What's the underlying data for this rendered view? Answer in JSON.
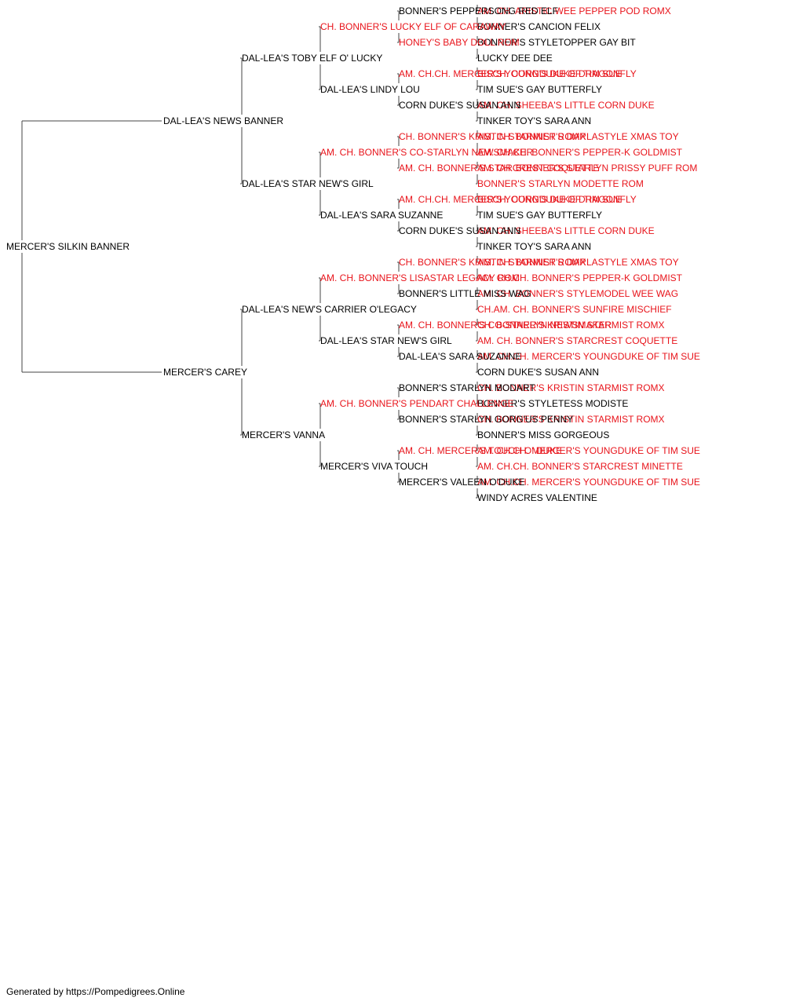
{
  "colors": {
    "champion": "#e8141b",
    "plain": "#000000",
    "connector": "#444444"
  },
  "footer": "Generated by https://Pompedigrees.Online",
  "pedigree": {
    "name": "MERCER'S SILKIN BANNER",
    "champion": false,
    "sire": {
      "name": "DAL-LEA'S NEWS BANNER",
      "champion": false,
      "sire": {
        "name": "DAL-LEA'S TOBY ELF O' LUCKY",
        "champion": false,
        "sire": {
          "name": "CH. BONNER'S LUCKY ELF OF CARAWAY",
          "champion": true,
          "sire": {
            "name": "BONNER'S PEPPERSONG RED ELF",
            "champion": false,
            "sire": {
              "name": "AM. CH. ARISTIC WEE PEPPER POD ROMX",
              "champion": true
            },
            "dam": {
              "name": "BONNER'S CANCION FELIX",
              "champion": false
            }
          },
          "dam": {
            "name": "HONEY'S BABY DOLL ROM",
            "champion": true,
            "sire": {
              "name": "BONNER'S STYLETOPPER GAY BIT",
              "champion": false
            },
            "dam": {
              "name": "LUCKY DEE DEE",
              "champion": false
            }
          }
        },
        "dam": {
          "name": "DAL-LEA'S LINDY LOU",
          "champion": false,
          "sire": {
            "name": "AM. CH.CH. MERCER'S YOUNGDUKE OF TIM SUE",
            "champion": true,
            "sire": {
              "name": "BISCH. CORN'S DUKE DRAGONFLY",
              "champion": true
            },
            "dam": {
              "name": "TIM SUE'S GAY BUTTERFLY",
              "champion": false
            }
          },
          "dam": {
            "name": "CORN DUKE'S SUSAN ANN",
            "champion": false,
            "sire": {
              "name": "AM. CH. SHEEBA'S LITTLE CORN DUKE",
              "champion": true
            },
            "dam": {
              "name": "TINKER TOY'S SARA ANN",
              "champion": false
            }
          }
        }
      },
      "dam": {
        "name": "DAL-LEA'S STAR NEW'S GIRL",
        "champion": false,
        "sire": {
          "name": "AM. CH. BONNER'S CO-STARLYN NEWSMAKER",
          "champion": true,
          "sire": {
            "name": "CH. BONNER'S KRISTIN STARMIST ROMX",
            "champion": true,
            "sire": {
              "name": "AM. CH. BONNER'S DARLASTYLE XMAS TOY",
              "champion": true
            },
            "dam": {
              "name": "AM. CH.CH. BONNER'S PEPPER-K GOLDMIST",
              "champion": true
            }
          },
          "dam": {
            "name": "AM. CH. BONNER'S STARCREST COQUETTE",
            "champion": true,
            "sire": {
              "name": "AM. CH. BONNER'S STARLYN PRISSY PUFF ROM",
              "champion": true
            },
            "dam": {
              "name": "BONNER'S STARLYN MODETTE ROM",
              "champion": true
            }
          }
        },
        "dam": {
          "name": "DAL-LEA'S SARA SUZANNE",
          "champion": false,
          "sire": {
            "name": "AM. CH.CH. MERCER'S YOUNGDUKE OF TIM SUE",
            "champion": true,
            "sire": {
              "name": "BISCH. CORN'S DUKE DRAGONFLY",
              "champion": true
            },
            "dam": {
              "name": "TIM SUE'S GAY BUTTERFLY",
              "champion": false
            }
          },
          "dam": {
            "name": "CORN DUKE'S SUSAN ANN",
            "champion": false,
            "sire": {
              "name": "AM. CH. SHEEBA'S LITTLE CORN DUKE",
              "champion": true
            },
            "dam": {
              "name": "TINKER TOY'S SARA ANN",
              "champion": false
            }
          }
        }
      }
    },
    "dam": {
      "name": "MERCER'S CAREY",
      "champion": false,
      "sire": {
        "name": "DAL-LEA'S NEW'S CARRIER O'LEGACY",
        "champion": false,
        "sire": {
          "name": "AM. CH. BONNER'S LISASTAR LEGACY ROM",
          "champion": true,
          "sire": {
            "name": "CH. BONNER'S KRISTIN STARMIST ROMX",
            "champion": true,
            "sire": {
              "name": "AM. CH. BONNER'S DARLASTYLE XMAS TOY",
              "champion": true
            },
            "dam": {
              "name": "AM. CH.CH. BONNER'S PEPPER-K GOLDMIST",
              "champion": true
            }
          },
          "dam": {
            "name": "BONNER'S LITTLE MISS WAG",
            "champion": false,
            "sire": {
              "name": "AM. CH. BONNER'S STYLEMODEL WEE WAG",
              "champion": true
            },
            "dam": {
              "name": "CH.AM. CH. BONNER'S SUNFIRE MISCHIEF",
              "champion": true
            }
          }
        },
        "dam": {
          "name": "DAL-LEA'S STAR NEW'S GIRL",
          "champion": false,
          "sire": {
            "name": "AM. CH. BONNER'S CO-STARLYN NEWSMAKER",
            "champion": true,
            "sire": {
              "name": "CH. BONNER'S KRISTIN STARMIST ROMX",
              "champion": true
            },
            "dam": {
              "name": "AM. CH. BONNER'S STARCREST COQUETTE",
              "champion": true
            }
          },
          "dam": {
            "name": "DAL-LEA'S SARA SUZANNE",
            "champion": false,
            "sire": {
              "name": "AM. CH.CH. MERCER'S YOUNGDUKE OF TIM SUE",
              "champion": true
            },
            "dam": {
              "name": "CORN DUKE'S SUSAN ANN",
              "champion": false
            }
          }
        }
      },
      "dam": {
        "name": "MERCER'S VANNA",
        "champion": false,
        "sire": {
          "name": "AM. CH. BONNER'S PENDART CHALLENGE",
          "champion": true,
          "sire": {
            "name": "BONNER'S STARLYN MODART",
            "champion": false,
            "sire": {
              "name": "CH. BONNER'S KRISTIN STARMIST ROMX",
              "champion": true
            },
            "dam": {
              "name": "BONNER'S STYLETESS MODISTE",
              "champion": false
            }
          },
          "dam": {
            "name": "BONNER'S STARLYN GORG'US PENNY",
            "champion": false,
            "sire": {
              "name": "CH. BONNER'S KRISTIN STARMIST ROMX",
              "champion": true
            },
            "dam": {
              "name": "BONNER'S MISS GORGEOUS",
              "champion": false
            }
          }
        },
        "dam": {
          "name": "MERCER'S VIVA TOUCH",
          "champion": false,
          "sire": {
            "name": "AM. CH. MERCER'S TOUCH O' DUKE",
            "champion": true,
            "sire": {
              "name": "AM. CH.CH. MERCER'S YOUNGDUKE OF TIM SUE",
              "champion": true
            },
            "dam": {
              "name": "AM. CH.CH. BONNER'S STARCREST MINETTE",
              "champion": true
            }
          },
          "dam": {
            "name": "MERCER'S VALEEN O'DUKE",
            "champion": false,
            "sire": {
              "name": "AM. CH.CH. MERCER'S YOUNGDUKE OF TIM SUE",
              "champion": true
            },
            "dam": {
              "name": "WINDY ACRES VALENTINE",
              "champion": false
            }
          }
        }
      }
    }
  }
}
